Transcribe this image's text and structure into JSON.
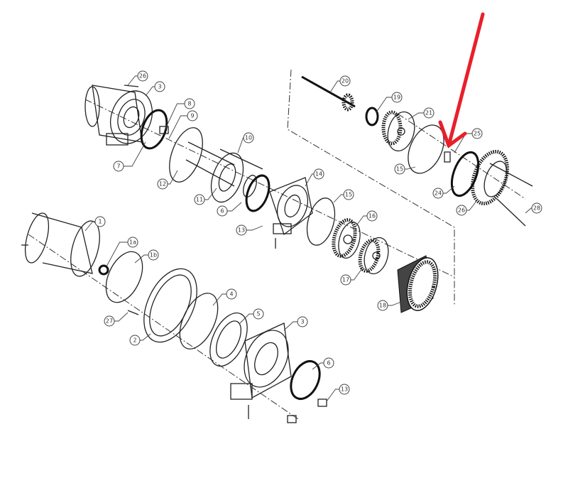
{
  "diagram": {
    "type": "exploded parts diagram (winch)",
    "part_labels": [
      "26",
      "3",
      "8",
      "9",
      "7",
      "10",
      "12",
      "11",
      "6",
      "14",
      "13",
      "15",
      "16",
      "17",
      "18",
      "20",
      "19",
      "21",
      "25",
      "15",
      "24",
      "26",
      "28",
      "1",
      "1a",
      "1b",
      "27",
      "2",
      "4",
      "5",
      "3",
      "6",
      "13"
    ],
    "annotation": {
      "type": "red arrow",
      "color": "#e8202a",
      "points_to_label": "25"
    }
  }
}
